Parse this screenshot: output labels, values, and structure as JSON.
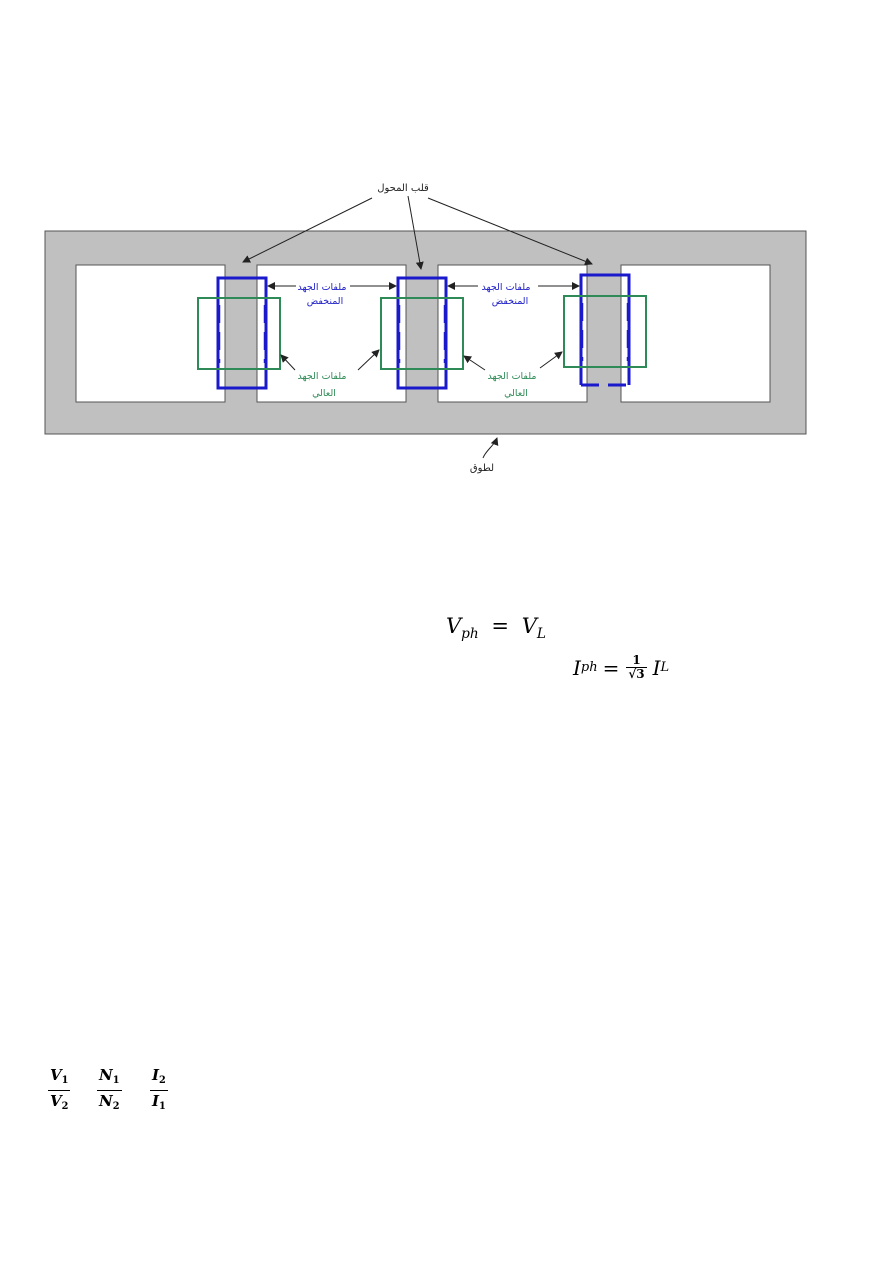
{
  "diagram": {
    "core_label": "قلب المحول",
    "yoke_label": "لطوق",
    "lv_coil_label": [
      "ملفات الجهد",
      "المنخفض"
    ],
    "hv_coil_label": [
      "ملفات الجهد",
      "العالي"
    ],
    "colors": {
      "core_fill": "#c0c0c0",
      "window_fill": "#ffffff",
      "lv_coil": "#1a1acc",
      "hv_coil": "#2e8b57",
      "lv_text": "#2020c8",
      "hv_text": "#2e8b57",
      "arrow": "#222222"
    }
  },
  "equations": {
    "vph": {
      "lhs": "V",
      "lhs_sub": "ph",
      "eq": "=",
      "rhs": "V",
      "rhs_sub": "L"
    },
    "iph": {
      "lhs": "I",
      "lhs_sub": "ph",
      "eq": "=",
      "num": "1",
      "den": "√3",
      "rhs": "I",
      "rhs_sub": "L"
    },
    "ratios": [
      {
        "num": "V",
        "num_sub": "1",
        "den": "V",
        "den_sub": "2"
      },
      {
        "num": "N",
        "num_sub": "1",
        "den": "N",
        "den_sub": "2"
      },
      {
        "num": "I",
        "num_sub": "2",
        "den": "I",
        "den_sub": "1"
      }
    ]
  }
}
